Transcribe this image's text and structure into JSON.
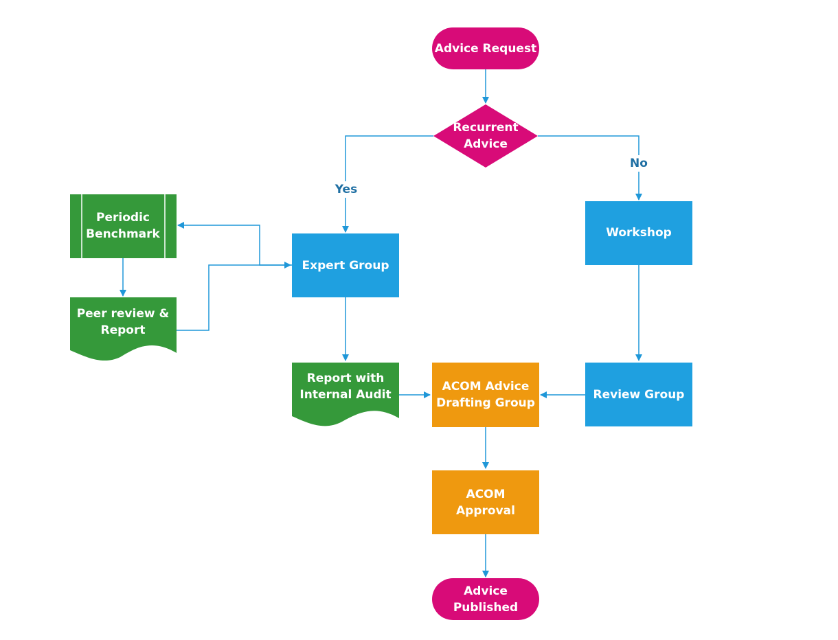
{
  "colors": {
    "terminator": "#d80b78",
    "decision": "#d80b78",
    "process_blue": "#1fa0e0",
    "process_orange": "#ef990f",
    "document_green": "#35993a",
    "connector": "#1f97d8",
    "edge_label": "#1f6fa3"
  },
  "nodes": {
    "advice_request": {
      "line1": "Advice Request"
    },
    "recurrent_advice": {
      "line1": "Recurrent",
      "line2": "Advice"
    },
    "expert_group": {
      "line1": "Expert Group"
    },
    "workshop": {
      "line1": "Workshop"
    },
    "periodic_benchmark": {
      "line1": "Periodic",
      "line2": "Benchmark"
    },
    "peer_review": {
      "line1": "Peer review &",
      "line2": "Report"
    },
    "report_internal_audit": {
      "line1": "Report with",
      "line2": "Internal Audit"
    },
    "acom_drafting": {
      "line1": "ACOM Advice",
      "line2": "Drafting Group"
    },
    "review_group": {
      "line1": "Review Group"
    },
    "acom_approval": {
      "line1": "ACOM",
      "line2": "Approval"
    },
    "advice_published": {
      "line1": "Advice",
      "line2": "Published"
    }
  },
  "edges": {
    "yes_label": "Yes",
    "no_label": "No"
  }
}
